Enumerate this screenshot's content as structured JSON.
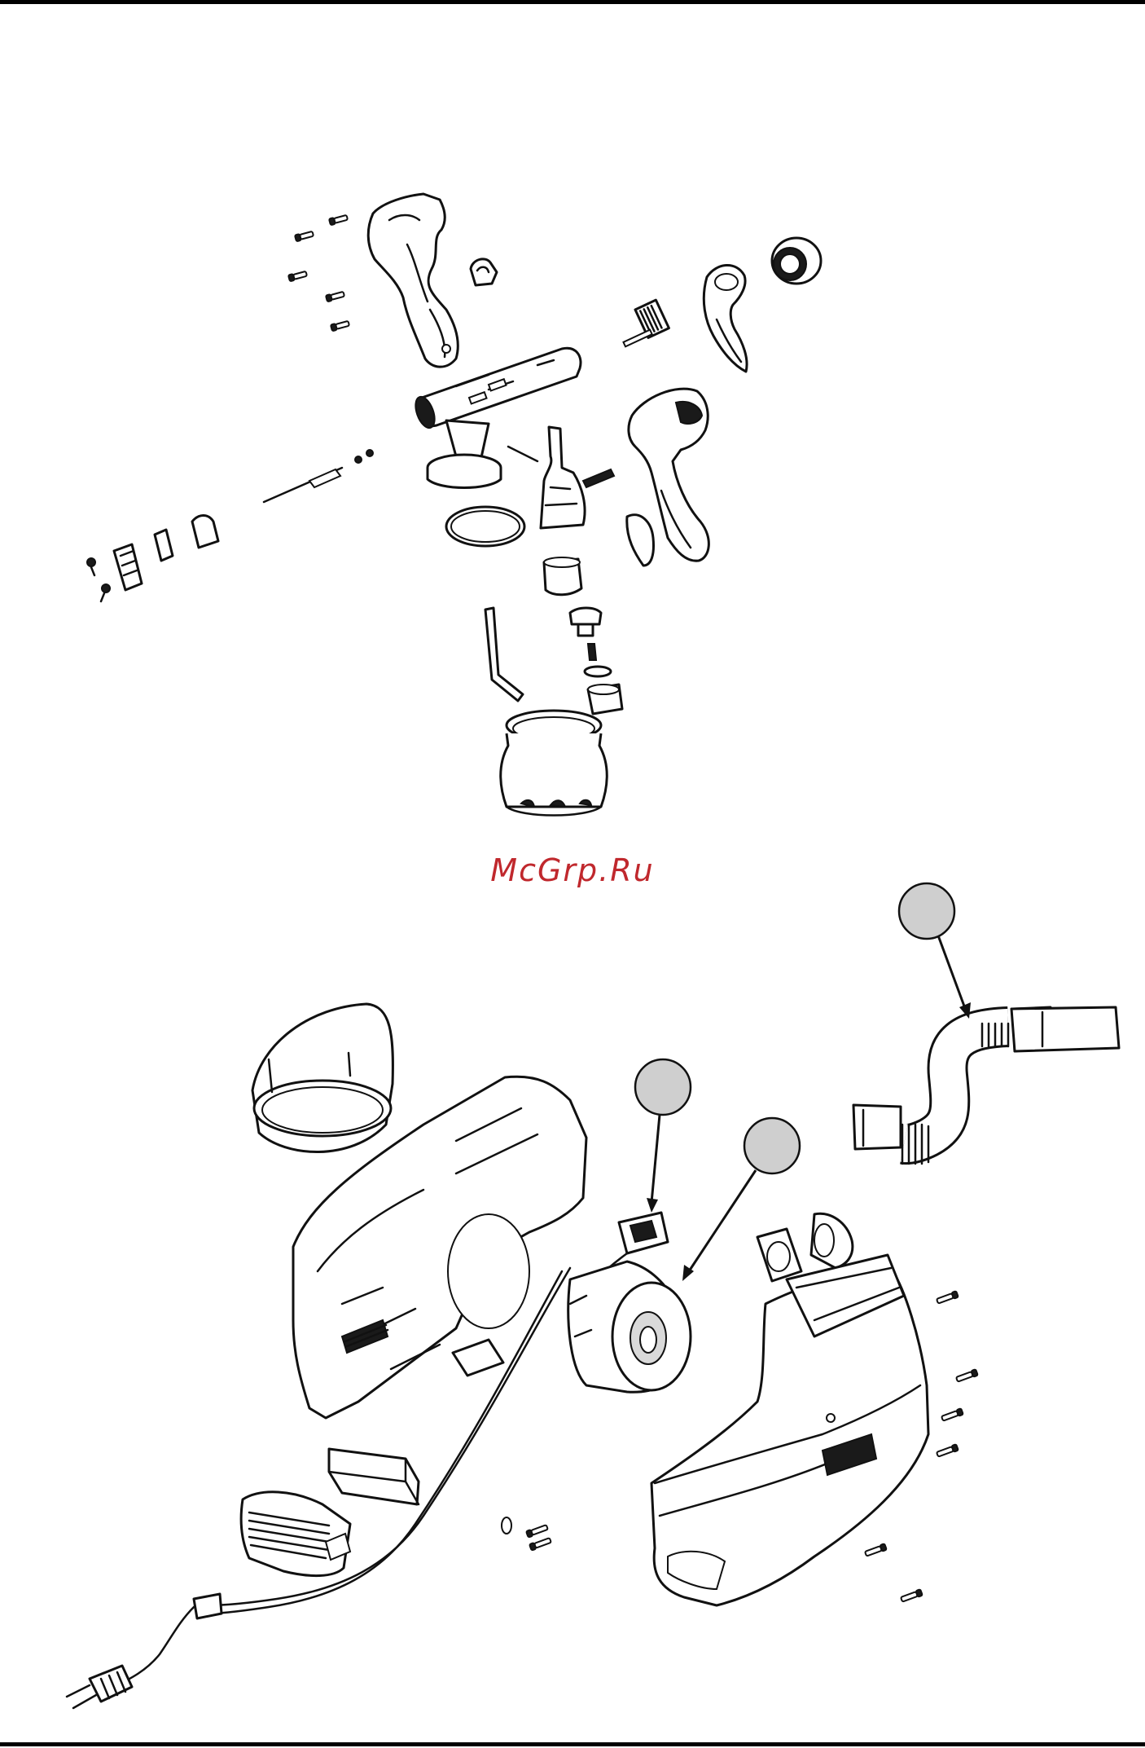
{
  "watermark": {
    "text": "McGrp.Ru",
    "color": "#c0282d"
  },
  "diagram": {
    "top_assembly": "spray-gun-exploded-view",
    "bottom_assembly": "turbine-base-exploded-view",
    "callouts": [
      {
        "id": "callout-hose",
        "label": ""
      },
      {
        "id": "callout-switch",
        "label": ""
      },
      {
        "id": "callout-motor",
        "label": ""
      }
    ]
  },
  "colors": {
    "line": "#111111",
    "callout_fill": "#cfcfcf",
    "rule": "#000000"
  }
}
